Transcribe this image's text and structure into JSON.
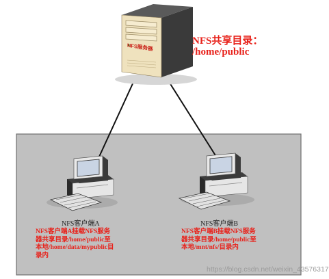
{
  "server": {
    "label": "NFS服务器",
    "share_title": "NFS共享目录：",
    "share_path": "/home/public"
  },
  "clients": [
    {
      "name": "NFS客户端A",
      "description_lines": [
        "NFS客户端A挂载NFS服务",
        "器共享目录/home/public至",
        "本地/home/data/mypublic目",
        "录内"
      ]
    },
    {
      "name": "NFS客户端B",
      "description_lines": [
        "NFS客户端B挂载NFS服务",
        "器共享目录/home/public至",
        "本地/mnt/nfs/目录内"
      ]
    }
  ],
  "watermark": "https://blog.csdn.net/weixin_43576317",
  "colors": {
    "network_zone": "#c0c0c0",
    "annotation_red": "#e8221b",
    "server_body": "#efe2be",
    "server_dark": "#2a2a2a"
  }
}
